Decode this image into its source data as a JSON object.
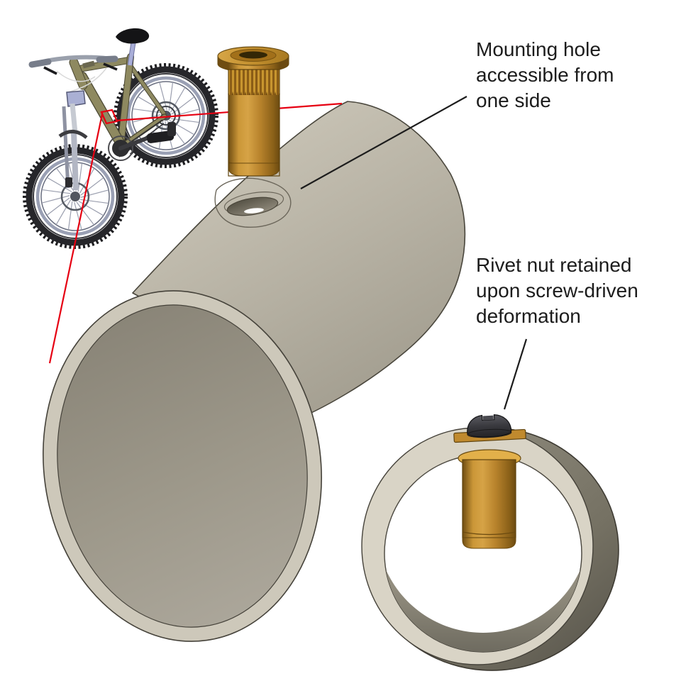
{
  "annotations": {
    "mounting_hole": {
      "line1": "Mounting hole",
      "line2": "accessible from",
      "line3": "one side"
    },
    "rivet_retention": {
      "line1": "Rivet nut retained",
      "line2": "upon screw-driven",
      "line3": "deformation"
    }
  },
  "colors": {
    "background": "#ffffff",
    "text": "#1c1c1c",
    "leader_black": "#1c1c1c",
    "detail_red": "#e60012",
    "brass": "#c08a2e",
    "tube_gray": "#b3ae9f",
    "tube_face": "#cdc8ba",
    "screw_dark": "#2e2e32"
  }
}
